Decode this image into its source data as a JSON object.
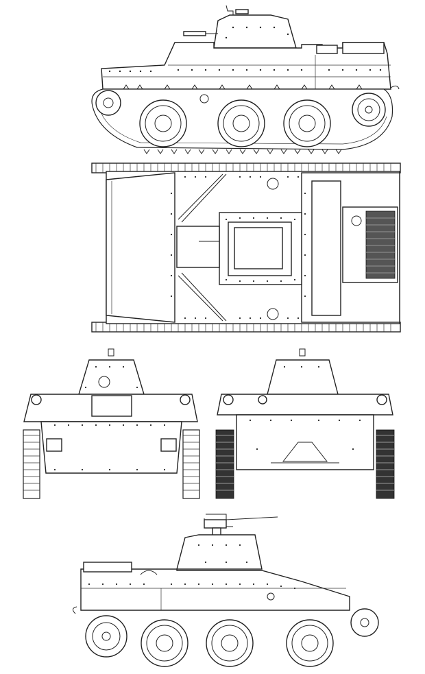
{
  "title": "",
  "views": [
    {
      "id": "side-left",
      "label": ""
    },
    {
      "id": "top",
      "label": ""
    },
    {
      "id": "front",
      "label": ""
    },
    {
      "id": "rear",
      "label": ""
    },
    {
      "id": "side-right",
      "label": ""
    }
  ],
  "colors": {
    "line": "#222222",
    "background": "#ffffff",
    "grille": "#555555"
  }
}
